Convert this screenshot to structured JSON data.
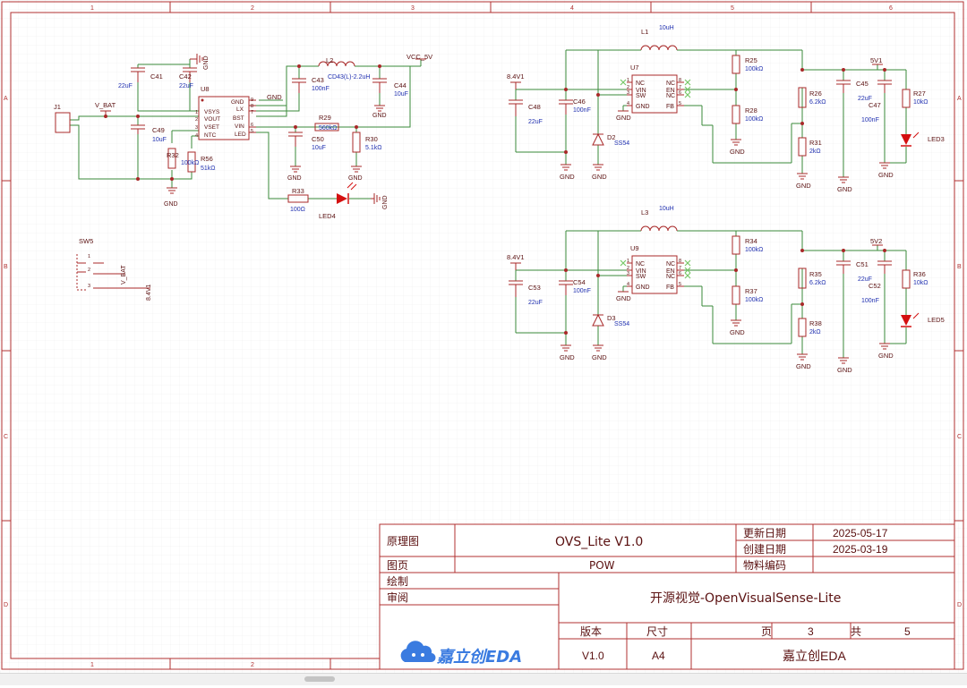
{
  "border": {
    "columns": [
      "1",
      "2",
      "3",
      "4",
      "5",
      "6"
    ],
    "rows": [
      "A",
      "B",
      "C",
      "D"
    ]
  },
  "power1": {
    "J1": "J1",
    "V_BAT": "V_BAT",
    "C41": "C41",
    "C41v": "22uF",
    "C42": "C42",
    "C42v": "22uF",
    "U8": "U8",
    "pins_left": [
      "VSYS",
      "VOUT",
      "VSET",
      "NTC"
    ],
    "pins_left_num": [
      "1",
      "2",
      "3",
      "4"
    ],
    "pins_right": [
      "GND",
      "LX",
      "BST",
      "VIN",
      "LED"
    ],
    "pins_right_num": [
      "9",
      "8",
      "7",
      "6",
      "5"
    ],
    "GND": "GND",
    "L2": "L2",
    "L2v": "CD43(L)-2.2uH",
    "VCC_5V": "VCC_5V",
    "C43": "C43",
    "C43v": "100nF",
    "C44": "C44",
    "C44v": "10uF",
    "C49": "C49",
    "C49v": "10uF",
    "R29": "R29",
    "R29v": "560kΩ",
    "C50": "C50",
    "C50v": "10uF",
    "R30": "R30",
    "R30v": "5.1kΩ",
    "R32": "R32",
    "R32v": "100kΩ",
    "R56": "R56",
    "R56v": "51kΩ",
    "R33": "R33",
    "R33v": "100Ω",
    "LED4": "LED4",
    "SW5": "SW5",
    "sw_pins": [
      "1",
      "2",
      "3"
    ],
    "net_84V1": "8.4V1"
  },
  "boost1": {
    "net_in": "8.4V1",
    "L": "L1",
    "Lv": "10uH",
    "U": "U7",
    "pins_left": [
      "NC",
      "VIN",
      "SW",
      "GND"
    ],
    "pins_left_num": [
      "1",
      "2",
      "3",
      "4"
    ],
    "pins_right": [
      "NC",
      "EN",
      "NC",
      "FB"
    ],
    "pins_right_num": [
      "8",
      "7",
      "6",
      "5"
    ],
    "Ca": "C48",
    "Cav": "22uF",
    "Cb": "C46",
    "Cbv": "100nF",
    "D": "D2",
    "Dv": "SS54",
    "Ra": "R25",
    "Rav": "100kΩ",
    "Rb": "R28",
    "Rbv": "100kΩ",
    "Rc": "R26",
    "Rcv": "6.2kΩ",
    "Rd": "R31",
    "Rdv": "2kΩ",
    "Cc": "C45",
    "Ccv": "22uF",
    "Cd": "C47",
    "Cdv": "100nF",
    "Re": "R27",
    "Rev": "10kΩ",
    "LED": "LED3",
    "net_out": "5V1"
  },
  "boost2": {
    "net_in": "8.4V1",
    "L": "L3",
    "Lv": "10uH",
    "U": "U9",
    "pins_left": [
      "NC",
      "VIN",
      "SW",
      "GND"
    ],
    "pins_left_num": [
      "1",
      "2",
      "3",
      "4"
    ],
    "pins_right": [
      "NC",
      "EN",
      "NC",
      "FB"
    ],
    "pins_right_num": [
      "8",
      "7",
      "6",
      "5"
    ],
    "Ca": "C53",
    "Cav": "22uF",
    "Cb": "C54",
    "Cbv": "100nF",
    "D": "D3",
    "Dv": "SS54",
    "Ra": "R34",
    "Rav": "100kΩ",
    "Rb": "R37",
    "Rbv": "100kΩ",
    "Rc": "R35",
    "Rcv": "6.2kΩ",
    "Rd": "R38",
    "Rdv": "2kΩ",
    "Cc": "C51",
    "Ccv": "22uF",
    "Cd": "C52",
    "Cdv": "100nF",
    "Re": "R36",
    "Rev": "10kΩ",
    "LED": "LED5",
    "net_out": "5V2"
  },
  "gnd_label": "GND",
  "title_block": {
    "label_schematic": "原理图",
    "project": "OVS_Lite V1.0",
    "label_updated": "更新日期",
    "updated": "2025-05-17",
    "label_created": "创建日期",
    "created": "2025-03-19",
    "label_page": "图页",
    "page_name": "POW",
    "label_material": "物料编码",
    "label_drawn": "绘制",
    "label_review": "审阅",
    "description": "开源视觉-OpenVisualSense-Lite",
    "label_version": "版本",
    "label_size": "尺寸",
    "label_sheet": "页",
    "sheet": "3",
    "label_total": "共",
    "total": "5",
    "version": "V1.0",
    "size": "A4",
    "company": "嘉立创EDA",
    "logo_text": "嘉立创EDA"
  },
  "colors": {
    "border": "#b03030",
    "grid": "#e6e6e6",
    "symbol": "#a82828",
    "wire": "#3a8a3a",
    "text_blue": "#2030b0",
    "text_dark": "#5a1010",
    "logo": "#3a7be0",
    "noconnect": "#7ac86a"
  }
}
